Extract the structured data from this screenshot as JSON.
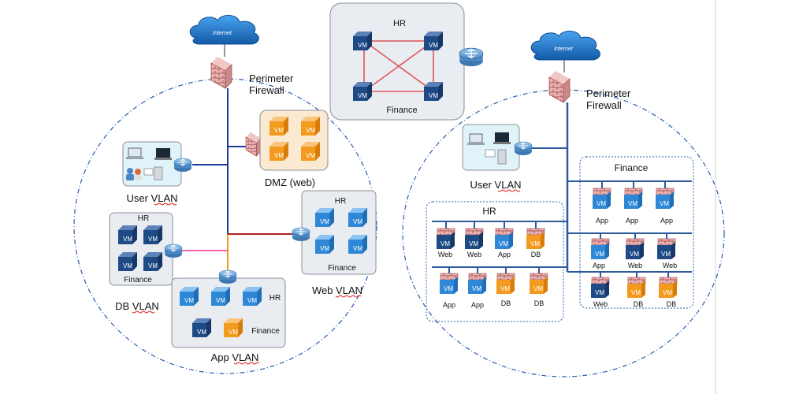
{
  "left": {
    "internet_label": "Internet",
    "firewall_label_1": "Perimeter",
    "firewall_label_2": "Firewall",
    "dmz": {
      "vm_label": "VM",
      "label": "DMZ (web)"
    },
    "user_vlan": {
      "label": "User VLAN"
    },
    "db_vlan": {
      "hr_label": "HR",
      "finance_label": "Finance",
      "label": "DB VLAN"
    },
    "web_vlan": {
      "hr_label": "HR",
      "finance_label": "Finance",
      "label": "Web VLAN"
    },
    "app_vlan": {
      "hr_label": "HR",
      "finance_label": "Finance",
      "label": "App VLAN"
    }
  },
  "top": {
    "hr_label": "HR",
    "finance_label": "Finance"
  },
  "right": {
    "internet_label": "Internet",
    "firewall_label_1": "Perimeter",
    "firewall_label_2": "Firewall",
    "user_vlan": {
      "label": "User VLAN"
    },
    "hr": {
      "title": "HR",
      "row1": [
        "Web",
        "Web",
        "App",
        "DB"
      ],
      "row2": [
        "App",
        "App",
        "DB",
        "DB"
      ]
    },
    "finance": {
      "title": "Finance",
      "row1": [
        "App",
        "App",
        "App"
      ],
      "row2": [
        "App",
        "Web",
        "Web"
      ],
      "row3": [
        "Web",
        "DB",
        "DB"
      ]
    }
  },
  "colors": {
    "cloud": "#1f74c6",
    "vm_blue": "#2f88d6",
    "vm_navy": "#1e4a86",
    "vm_orange": "#f39b1f",
    "router": "#6aa5d8",
    "firewall": "#c04040",
    "dmz_panel": "#fbe9d2",
    "vlan_panel": "#e9edf2",
    "user_panel": "#dff3f8",
    "line_blue": "#1e3a9a",
    "line_red": "#b02020",
    "line_pink": "#ff5fb0",
    "line_orange": "#f39b1f",
    "dashdot": "#2a5db0"
  }
}
